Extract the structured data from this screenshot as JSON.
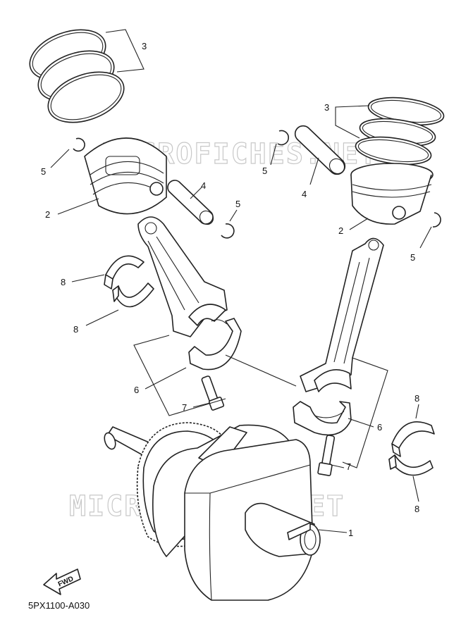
{
  "watermark": {
    "text": "MICROFICHES.NET"
  },
  "fwd_label": "FWD",
  "diagram_code": "5PX1100-A030",
  "callouts": {
    "c1": "1",
    "c2a": "2",
    "c2b": "2",
    "c3a": "3",
    "c3b": "3",
    "c4a": "4",
    "c4b": "4",
    "c5a": "5",
    "c5b": "5",
    "c5c": "5",
    "c5d": "5",
    "c6a": "6",
    "c6b": "6",
    "c7a": "7",
    "c7b": "7",
    "c8a": "8",
    "c8b": "8",
    "c8c": "8",
    "c8d": "8"
  }
}
